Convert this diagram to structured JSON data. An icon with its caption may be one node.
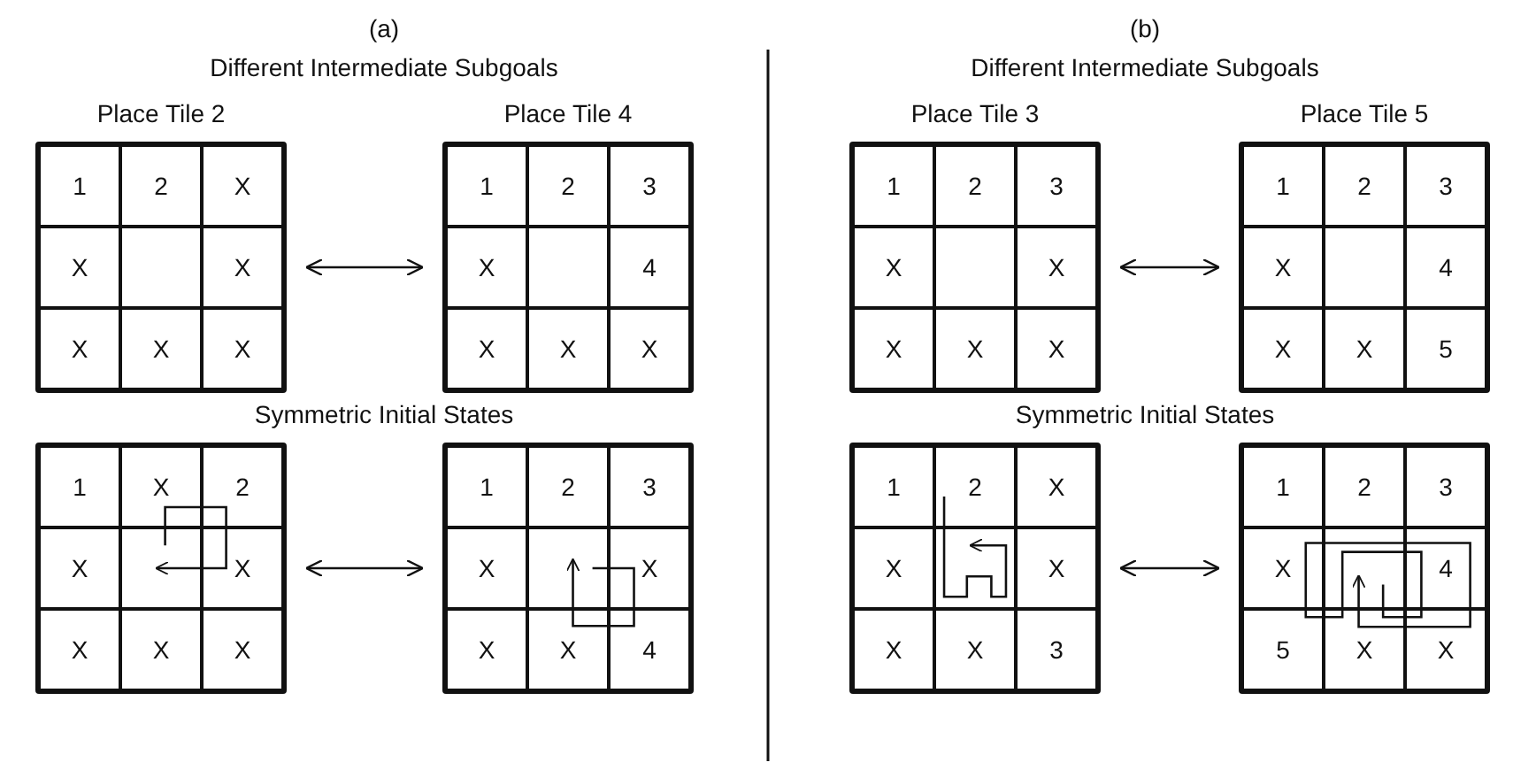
{
  "diagram": {
    "nodes": [
      {
        "text": [
          "Place Tile 2"
        ]
      },
      {
        "text": [
          "1"
        ],
        "in": 0
      },
      {
        "text": [
          "2"
        ],
        "in": 0
      },
      {
        "text": [
          "X"
        ],
        "in": 0
      },
      {
        "text": [
          "X"
        ],
        "in": 0
      },
      {
        "text": [],
        "shape": "box",
        "in": 0
      },
      {
        "text": [
          "X"
        ],
        "in": 0
      },
      {
        "text": [
          "X"
        ],
        "in": 0
      },
      {
        "text": [
          "X"
        ],
        "in": 0
      },
      {
        "text": [
          "X"
        ],
        "in": 0
      },
      {
        "text": [
          "Place Tile 4"
        ]
      },
      {
        "text": [
          "1"
        ],
        "in": 10
      },
      {
        "text": [
          "2"
        ],
        "in": 10
      },
      {
        "text": [
          "3"
        ],
        "in": 10
      },
      {
        "text": [
          "X"
        ],
        "in": 10
      },
      {
        "text": [],
        "shape": "box",
        "in": 10
      },
      {
        "text": [
          "4"
        ],
        "in": 10
      },
      {
        "text": [
          "X"
        ],
        "in": 10
      },
      {
        "text": [
          "X"
        ],
        "in": 10
      },
      {
        "text": [
          "X"
        ],
        "in": 10
      },
      {
        "text": [],
        "shape": "box"
      },
      {
        "text": [
          "1"
        ],
        "in": 20
      },
      {
        "text": [
          "X"
        ],
        "in": 20
      },
      {
        "text": [
          "2"
        ],
        "in": 20
      },
      {
        "text": [
          "X"
        ],
        "in": 20
      },
      {
        "text": [],
        "shape": "box",
        "in": 20
      },
      {
        "text": [
          "X"
        ],
        "in": 20
      },
      {
        "text": [
          "X"
        ],
        "in": 20
      },
      {
        "text": [
          "X"
        ],
        "in": 20
      },
      {
        "text": [
          "X"
        ],
        "in": 20
      },
      {
        "text": [],
        "shape": "box"
      },
      {
        "text": [
          "1"
        ],
        "in": 30
      },
      {
        "text": [
          "2"
        ],
        "in": 30
      },
      {
        "text": [
          "3"
        ],
        "in": 30
      },
      {
        "text": [
          "X"
        ],
        "in": 30
      },
      {
        "text": [],
        "shape": "box",
        "in": 30
      },
      {
        "text": [
          "X"
        ],
        "in": 30
      },
      {
        "text": [
          "X"
        ],
        "in": 30
      },
      {
        "text": [
          "X"
        ],
        "in": 30
      },
      {
        "text": [
          "4"
        ],
        "in": 30
      },
      {
        "text": [
          "Place Tile 3"
        ]
      },
      {
        "text": [
          "1"
        ],
        "in": 40
      },
      {
        "text": [
          "2"
        ],
        "in": 40
      },
      {
        "text": [
          "3"
        ],
        "in": 40
      },
      {
        "text": [
          "X"
        ],
        "in": 40
      },
      {
        "text": [],
        "shape": "box",
        "in": 40
      },
      {
        "text": [
          "X"
        ],
        "in": 40
      },
      {
        "text": [
          "X"
        ],
        "in": 40
      },
      {
        "text": [
          "X"
        ],
        "in": 40
      },
      {
        "text": [
          "X"
        ],
        "in": 40
      },
      {
        "text": [
          "Place Tile 5"
        ]
      },
      {
        "text": [
          "1"
        ],
        "in": 50
      },
      {
        "text": [
          "2"
        ],
        "in": 50
      },
      {
        "text": [
          "3"
        ],
        "in": 50
      },
      {
        "text": [
          "X"
        ],
        "in": 50
      },
      {
        "text": [],
        "shape": "box",
        "in": 50
      },
      {
        "text": [
          "4"
        ],
        "in": 50
      },
      {
        "text": [
          "X"
        ],
        "in": 50
      },
      {
        "text": [
          "X"
        ],
        "in": 50
      },
      {
        "text": [
          "5"
        ],
        "in": 50
      },
      {
        "text": [],
        "shape": "box"
      },
      {
        "text": [
          "1"
        ],
        "in": 60
      },
      {
        "text": [
          "2"
        ],
        "in": 60
      },
      {
        "text": [
          "X"
        ],
        "in": 60
      },
      {
        "text": [
          "X"
        ],
        "in": 60
      },
      {
        "text": [],
        "shape": "box",
        "in": 60
      },
      {
        "text": [
          "X"
        ],
        "in": 60
      },
      {
        "text": [
          "X"
        ],
        "in": 60
      },
      {
        "text": [
          "X"
        ],
        "in": 60
      },
      {
        "text": [
          "3"
        ],
        "in": 60
      },
      {
        "text": [],
        "shape": "box"
      },
      {
        "text": [
          "1"
        ],
        "in": 70
      },
      {
        "text": [
          "2"
        ],
        "in": 70
      },
      {
        "text": [
          "3"
        ],
        "in": 70
      },
      {
        "text": [
          "X"
        ],
        "in": 70
      },
      {
        "text": [],
        "shape": "box",
        "in": 70
      },
      {
        "text": [
          "4"
        ],
        "in": 70
      },
      {
        "text": [
          "5"
        ],
        "in": 70
      },
      {
        "text": [
          "X"
        ],
        "in": 70
      },
      {
        "text": [
          "X"
        ],
        "in": 70
      }
    ],
    "edges": [
      {
        "from": 0,
        "to": 10,
        "arrow": "both"
      },
      {
        "from": 20,
        "to": 30,
        "arrow": "both"
      },
      {
        "from": 40,
        "to": 50,
        "arrow": "both"
      },
      {
        "from": 60,
        "to": 70,
        "arrow": "both"
      },
      {
        "from": 62,
        "to": 65,
        "arrow": "to"
      }
    ],
    "labels": [
      "(a)",
      "(b)",
      "Different Intermediate Subgoals",
      "Different Intermediate Subgoals",
      "Symmetric Initial States",
      "Symmetric Initial States"
    ]
  }
}
